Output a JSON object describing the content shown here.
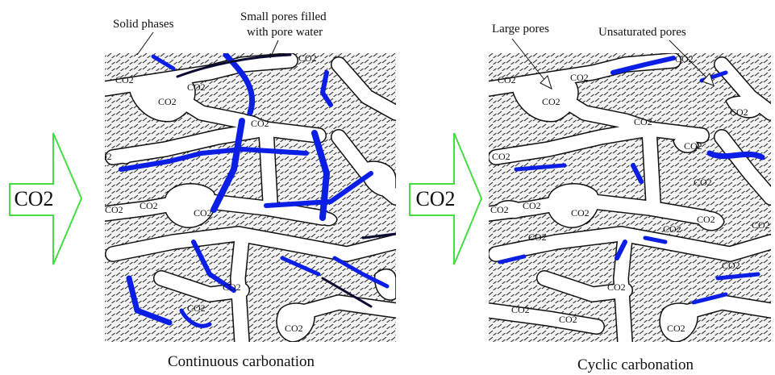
{
  "arrow_label": "CO2",
  "pore_label": "CO2",
  "colors": {
    "arrow_outline": "#44dd44",
    "pore_water": "#0a1ee6",
    "outline": "#111111",
    "hatch": "#222222",
    "solid_bg": "#f2f2f2"
  },
  "left_panel": {
    "caption": "Continuous carbonation",
    "label_solid": "Solid phases",
    "label_small_pores_line1": "Small pores filled",
    "label_small_pores_line2": "with pore water"
  },
  "right_panel": {
    "caption": "Cyclic carbonation",
    "label_large": "Large pores",
    "label_unsat": "Unsaturated pores"
  }
}
